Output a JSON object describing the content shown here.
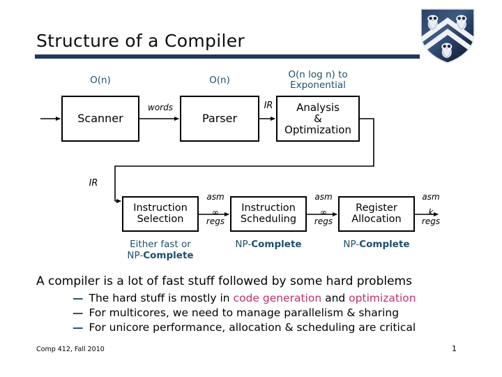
{
  "slide": {
    "title": "Structure of a Compiler",
    "rule_color": "#1f3864",
    "accent_blue": "#1f4e6b",
    "highlight_pink": "#c0306e"
  },
  "logo": {
    "name": "rice-shield-logo"
  },
  "diagram": {
    "boxes": [
      {
        "id": "scanner",
        "lines": [
          "Scanner"
        ]
      },
      {
        "id": "parser",
        "lines": [
          "Parser"
        ]
      },
      {
        "id": "analysis",
        "lines": [
          "Analysis",
          "&",
          "Optimization"
        ]
      },
      {
        "id": "isel",
        "lines": [
          "Instruction",
          "Selection"
        ]
      },
      {
        "id": "isched",
        "lines": [
          "Instruction",
          "Scheduling"
        ]
      },
      {
        "id": "ralloc",
        "lines": [
          "Register",
          "Allocation"
        ]
      }
    ],
    "complexity": {
      "scanner": "O(n)",
      "parser": "O(n)",
      "analysis_line1": "O(n log n) to",
      "analysis_line2": "Exponential"
    },
    "hardness": {
      "isel_line1": "Either fast or",
      "isel_np": "NP-",
      "isel_complete": "Complete",
      "isched_np": "NP-",
      "isched_complete": "Complete",
      "ralloc_np": "NP-",
      "ralloc_complete": "Complete"
    },
    "edge_labels": {
      "words": "words",
      "ir_parser_to_analysis": "IR",
      "ir_feedback": "IR",
      "asm1": "asm",
      "regs1_inf": "∞",
      "regs1": "regs",
      "asm2": "asm",
      "regs2_inf": "∞",
      "regs2": "regs",
      "asm3": "asm",
      "k": "k",
      "regs3": "regs"
    }
  },
  "body": {
    "lead": "A compiler is a lot of fast stuff followed by some hard problems",
    "bullets": [
      {
        "dash": "—",
        "pre": "The hard stuff is mostly in ",
        "hl1": "code generation",
        "mid": " and ",
        "hl2": "optimization",
        "post": ""
      },
      {
        "dash": "—",
        "pre": "For multicores, we need to manage parallelism & sharing",
        "hl1": "",
        "mid": "",
        "hl2": "",
        "post": ""
      },
      {
        "dash": "—",
        "pre": "For unicore performance, allocation & scheduling are critical",
        "hl1": "",
        "mid": "",
        "hl2": "",
        "post": ""
      }
    ]
  },
  "footer": {
    "course": "Comp 412, Fall 2010",
    "page_number": "1"
  }
}
